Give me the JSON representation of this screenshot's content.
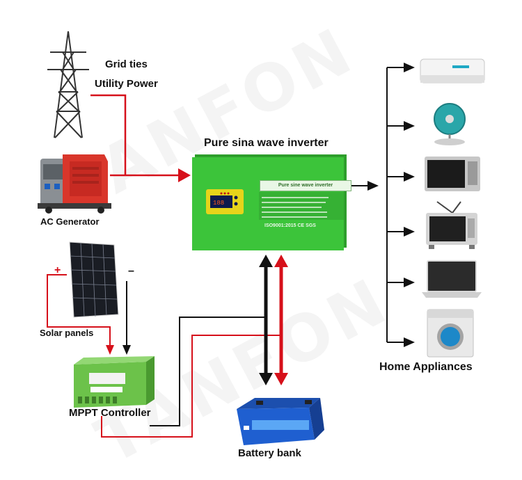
{
  "watermark": "TANFON",
  "labels": {
    "grid_ties": "Grid ties",
    "utility_power": "Utility Power",
    "ac_generator": "AC Generator",
    "inverter": "Pure sina wave inverter",
    "solar_panels": "Solar panels",
    "mppt_controller": "MPPT Controller",
    "battery_bank": "Battery bank",
    "home_appliances": "Home Appliances",
    "plus": "+",
    "minus": "–"
  },
  "inverter_panel": {
    "title": "Pure sine wave inverter",
    "cert": "ISO9001:2015 CE SGS"
  },
  "colors": {
    "red_line": "#d6101a",
    "black_line": "#111111",
    "inverter_green": "#3cc43a"
  },
  "icons": [
    "transmission-tower-icon",
    "generator-icon",
    "solar-panel-icon",
    "mppt-controller-icon",
    "battery-icon",
    "air-conditioner-icon",
    "fan-icon",
    "microwave-icon",
    "tv-icon",
    "laptop-icon",
    "washing-machine-icon"
  ]
}
